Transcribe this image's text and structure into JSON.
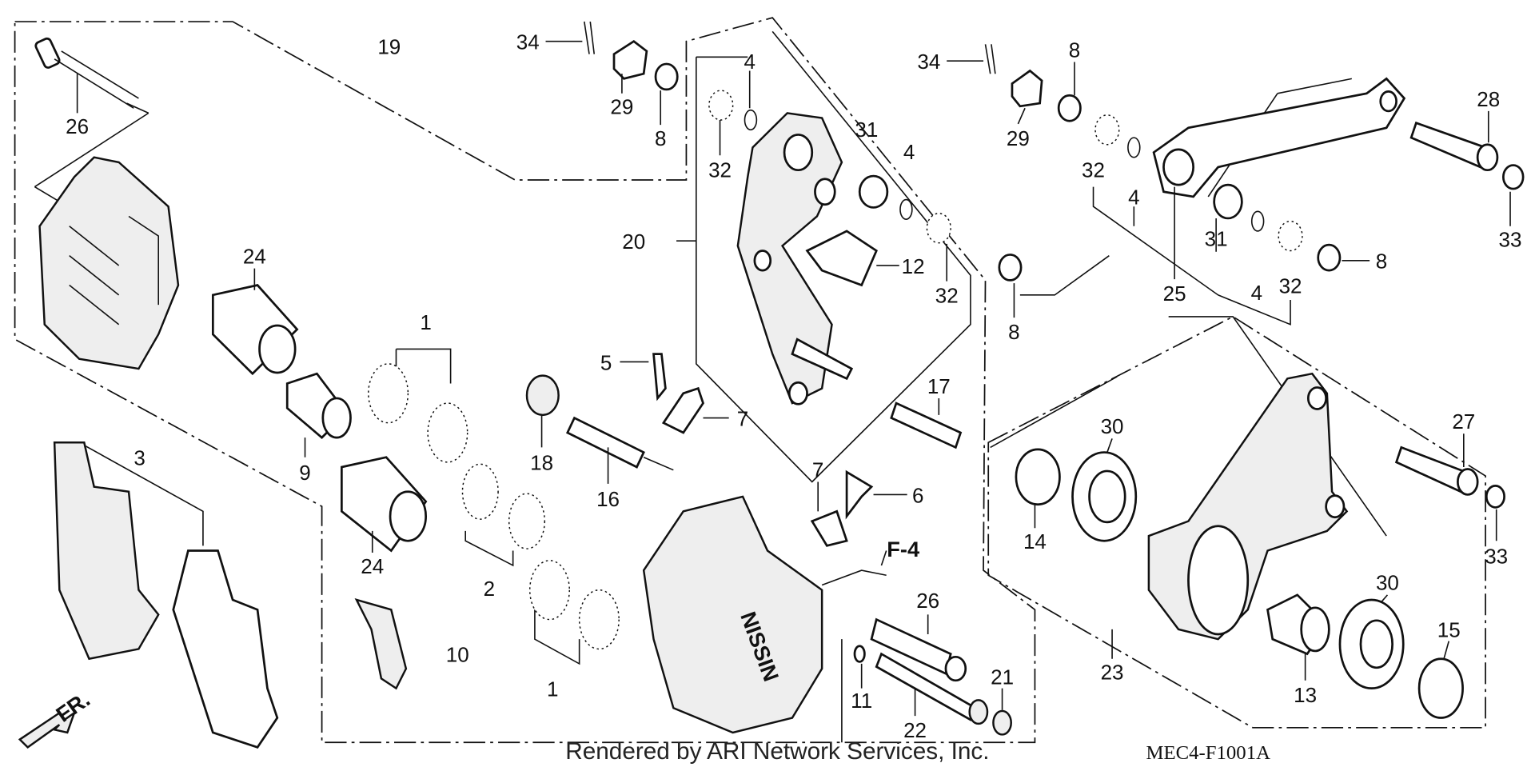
{
  "diagram": {
    "title_code": "MEC4-F1001A",
    "watermark": "Rendered by ARI Network Services, Inc.",
    "front_marker": "FR.",
    "reference_marker": "F-4",
    "callouts": [
      "34",
      "29",
      "8",
      "4",
      "32",
      "19",
      "26",
      "24",
      "1",
      "9",
      "3",
      "24",
      "2",
      "1",
      "10",
      "18",
      "16",
      "5",
      "7",
      "7",
      "6",
      "26",
      "11",
      "22",
      "21",
      "20",
      "31",
      "4",
      "12",
      "32",
      "17",
      "8",
      "34",
      "29",
      "8",
      "32",
      "4",
      "25",
      "31",
      "4",
      "32",
      "8",
      "28",
      "33",
      "27",
      "33",
      "30",
      "14",
      "30",
      "15",
      "13",
      "23"
    ]
  }
}
